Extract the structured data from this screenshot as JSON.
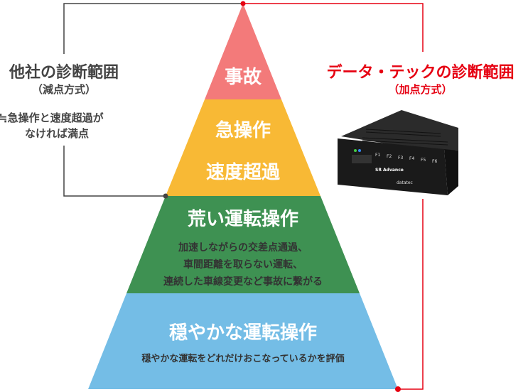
{
  "colors": {
    "red_layer": "#f37a7a",
    "yellow_layer": "#f8b935",
    "green_layer": "#3e9152",
    "blue_layer": "#74bde6",
    "accent_red": "#e60012",
    "line_dark": "#444444"
  },
  "pyramid": {
    "layer1": {
      "title": "事故"
    },
    "layer2": {
      "title_line1": "急操作",
      "title_line2": "速度超過"
    },
    "layer3": {
      "title": "荒い運転操作",
      "desc_line1": "加速しながらの交差点通過、",
      "desc_line2": "車間距離を取らない運転、",
      "desc_line3": "連続した車線変更など事故に繋がる"
    },
    "layer4": {
      "title": "穏やかな運転操作",
      "desc": "穏やかな運転をどれだけおこなっているかを評価"
    }
  },
  "left_label": {
    "title": "他社の診断範囲",
    "subtitle": "（減点方式）",
    "note_line1": "≒急操作と速度超過が",
    "note_line2": "なければ満点"
  },
  "right_label": {
    "title": "データ・テックの診断範囲",
    "subtitle": "（加点方式）"
  },
  "device": {
    "brand": "SR Advance",
    "maker": "datatec",
    "keys": [
      "F1",
      "F2",
      "F3",
      "F4",
      "F5",
      "F6"
    ]
  }
}
